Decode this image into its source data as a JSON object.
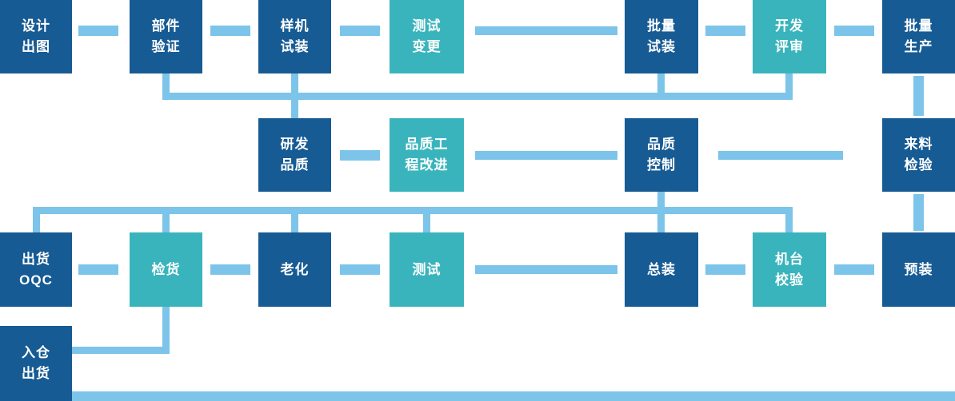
{
  "palette": {
    "bg": "#ffffff",
    "dark_blue": "#175b94",
    "teal": "#3ab4bc",
    "connector_blue": "#7cc4e9",
    "text_white": "#ffffff"
  },
  "flowchart": {
    "type": "process-flow-diagram",
    "language": "zh-CN",
    "nodes": [
      {
        "id": "design-drawing",
        "line1": "设计",
        "line2": "出图",
        "color": "dark"
      },
      {
        "id": "component-verification",
        "line1": "部件",
        "line2": "验证",
        "color": "dark"
      },
      {
        "id": "prototype-trial-assembly",
        "line1": "样机",
        "line2": "试装",
        "color": "dark"
      },
      {
        "id": "test-change",
        "line1": "测试",
        "line2": "变更",
        "color": "teal"
      },
      {
        "id": "batch-trial-assembly",
        "line1": "批量",
        "line2": "试装",
        "color": "dark"
      },
      {
        "id": "development-review",
        "line1": "开发",
        "line2": "评审",
        "color": "teal"
      },
      {
        "id": "mass-production",
        "line1": "批量",
        "line2": "生产",
        "color": "dark"
      },
      {
        "id": "rd-quality",
        "line1": "研发",
        "line2": "品质",
        "color": "dark"
      },
      {
        "id": "quality-engineering-improvement",
        "line1": "品质工",
        "line2": "程改进",
        "color": "teal"
      },
      {
        "id": "quality-control",
        "line1": "品质",
        "line2": "控制",
        "color": "dark"
      },
      {
        "id": "incoming-inspection",
        "line1": "来料",
        "line2": "检验",
        "color": "dark"
      },
      {
        "id": "shipping-oqc",
        "line1": "出货",
        "line2": "OQC",
        "color": "dark"
      },
      {
        "id": "goods-inspection",
        "line1": "检货",
        "color": "teal"
      },
      {
        "id": "aging",
        "line1": "老化",
        "color": "dark"
      },
      {
        "id": "testing",
        "line1": "测试",
        "color": "teal"
      },
      {
        "id": "final-assembly",
        "line1": "总装",
        "color": "dark"
      },
      {
        "id": "machine-calibration",
        "line1": "机台",
        "line2": "校验",
        "color": "teal"
      },
      {
        "id": "pre-assembly",
        "line1": "预装",
        "color": "dark"
      },
      {
        "id": "warehouse-shipping",
        "line1": "入仓",
        "line2": "出货",
        "color": "dark"
      }
    ]
  }
}
